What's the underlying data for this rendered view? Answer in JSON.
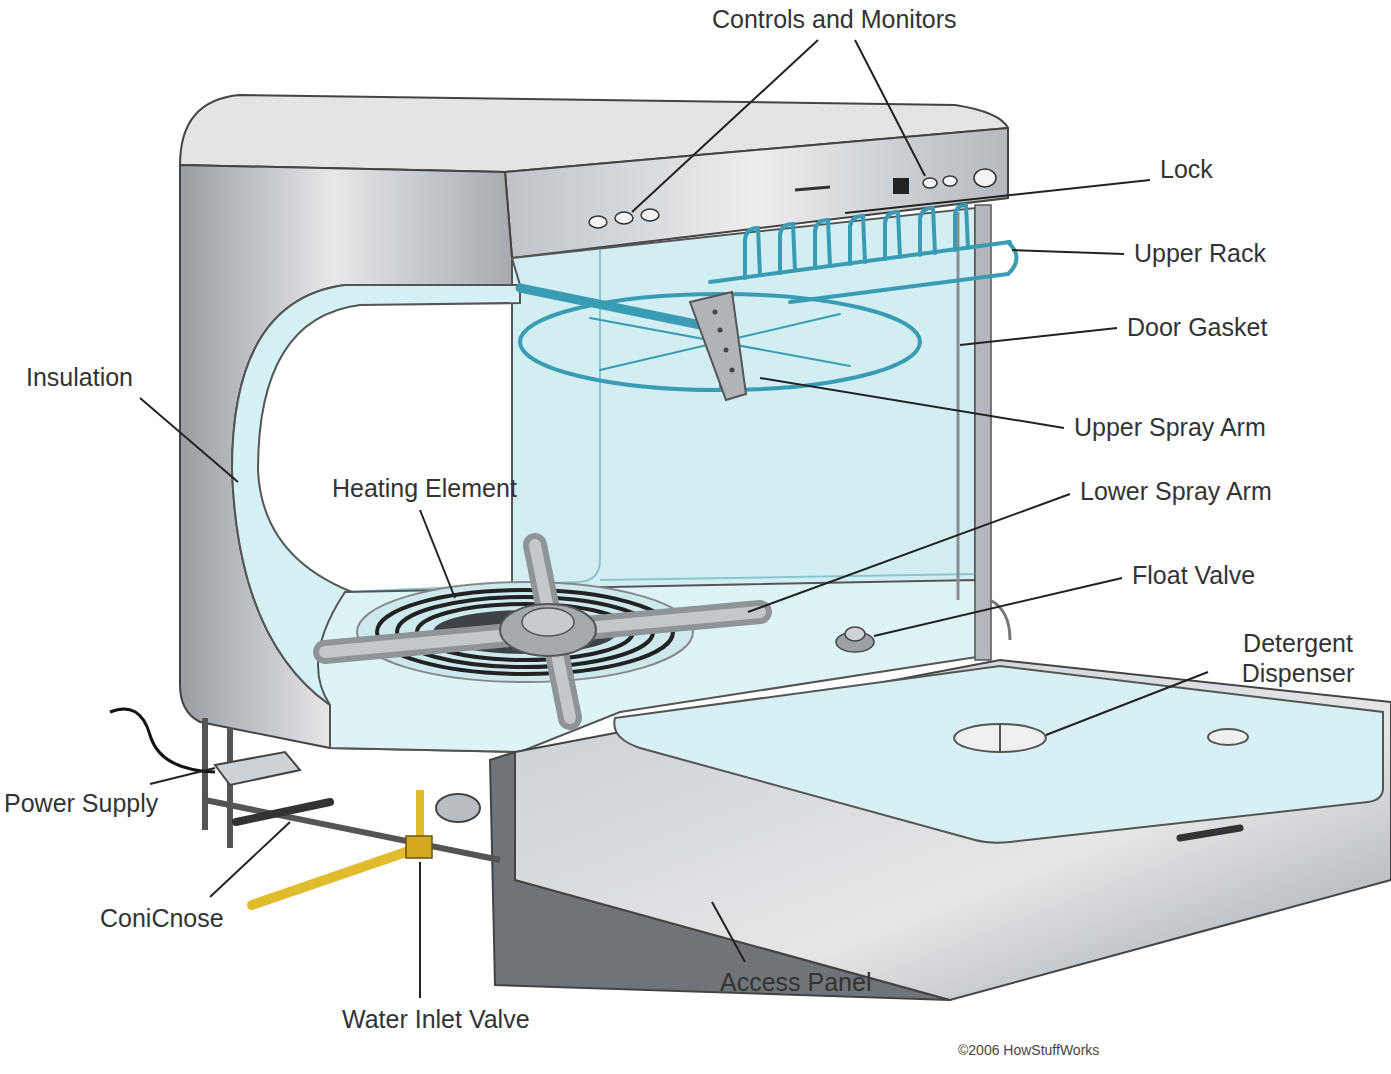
{
  "diagram": {
    "labels": [
      "Controls and Monitors",
      "Lock",
      "Upper Rack",
      "Door Gasket",
      "Insulation",
      "Upper Spray Arm",
      "Heating Element",
      "Lower Spray Arm",
      "Float Valve",
      "Detergent Dispenser",
      "Power Supply",
      "ConiCnose",
      "Water Inlet Valve",
      "Access Panel",
      "©2006 HowStuffWorks"
    ]
  }
}
